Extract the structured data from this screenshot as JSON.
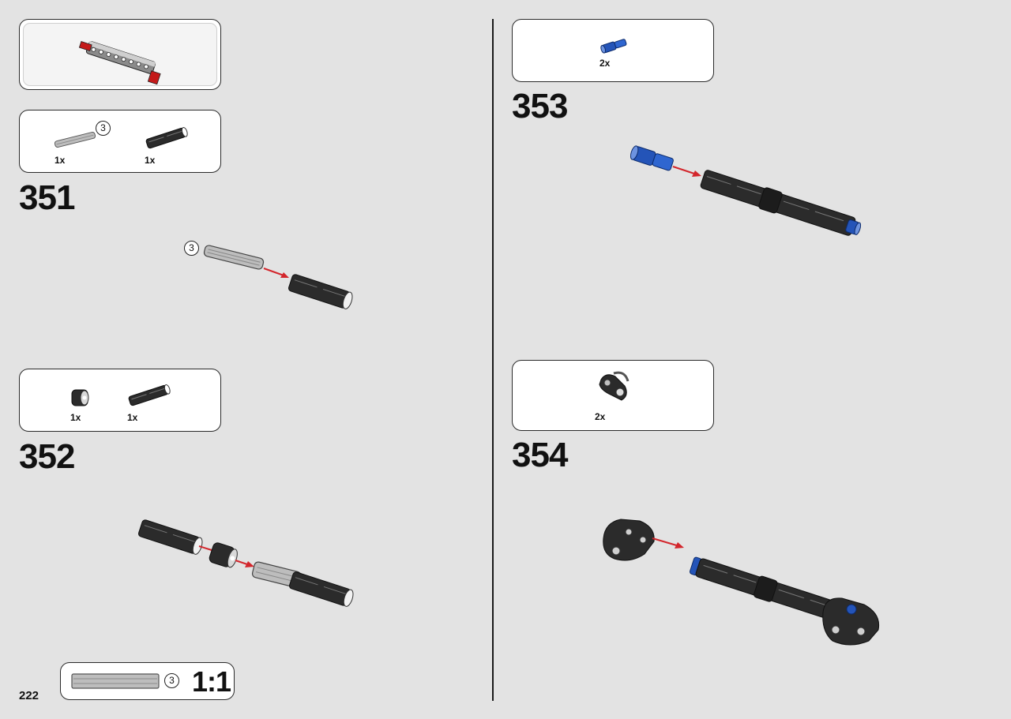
{
  "page_number": "222",
  "callout": {
    "part_count": ""
  },
  "steps": [
    {
      "number": "351",
      "parts": [
        {
          "qty": "1x",
          "icon": "axle-3-icon",
          "circle_label": "3"
        },
        {
          "qty": "1x",
          "icon": "axle-connector-icon"
        }
      ],
      "assembly_circle_label": "3"
    },
    {
      "number": "352",
      "parts": [
        {
          "qty": "1x",
          "icon": "bush-icon"
        },
        {
          "qty": "1x",
          "icon": "axle-connector-icon"
        }
      ]
    },
    {
      "number": "353",
      "parts": [
        {
          "qty": "2x",
          "icon": "blue-axle-pin-icon"
        }
      ]
    },
    {
      "number": "354",
      "parts": [
        {
          "qty": "2x",
          "icon": "double-cross-block-icon"
        }
      ]
    }
  ],
  "scale_guide": {
    "circle_label": "3",
    "ratio": "1:1"
  },
  "colors": {
    "background": "#e3e3e3",
    "part_black": "#2b2b2b",
    "part_grey": "#b0b0b0",
    "part_blue": "#2454b8",
    "arrow_red": "#d3262c",
    "part_red": "#c41a1a"
  }
}
